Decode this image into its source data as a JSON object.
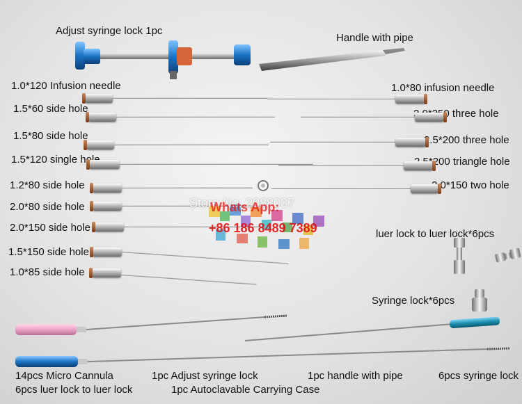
{
  "labels": {
    "adjust_syringe_lock": "Adjust syringe lock 1pc",
    "handle_with_pipe": "Handle with pipe",
    "l1": "1.0*120 Infusion needle",
    "l2": "1.5*60 side hole",
    "l3": "1.5*80 side hole",
    "l4": "1.5*120 single hole",
    "l5": "1.2*80 side hole",
    "l6": "2.0*80 side hole",
    "l7": "2.0*150 side hole",
    "l8": "1.5*150 side hole",
    "l9": "1.0*85 side hole",
    "r1": "1.0*80 infusion needle",
    "r2": "2.0*250 three hole",
    "r3": "2.5*200 three hole",
    "r4": "2.5*200 triangle hole",
    "r5": "2.0*150 two hole",
    "luer_lock": "luer lock to luer lock*6pcs",
    "syringe_lock": "Syringe lock*6pcs"
  },
  "bottom": {
    "b1": "14pcs Micro Cannula",
    "b2": "1pc Adjust syringe lock",
    "b3": "1pc handle with pipe",
    "b4": "6pcs syringe lock",
    "b5": "6pcs luer lock to luer lock",
    "b6": "1pc Autoclavable Carrying Case"
  },
  "watermark": {
    "store": "Store No: 2088037",
    "whatsapp": "Whats App:",
    "phone": "+86 186 8489 7389"
  },
  "colors": {
    "blue_anodized": "#1b73c4",
    "pink_handle": "#e9a3c6",
    "teal_handle": "#1b8fb0",
    "watermark_red": "#e01010"
  }
}
